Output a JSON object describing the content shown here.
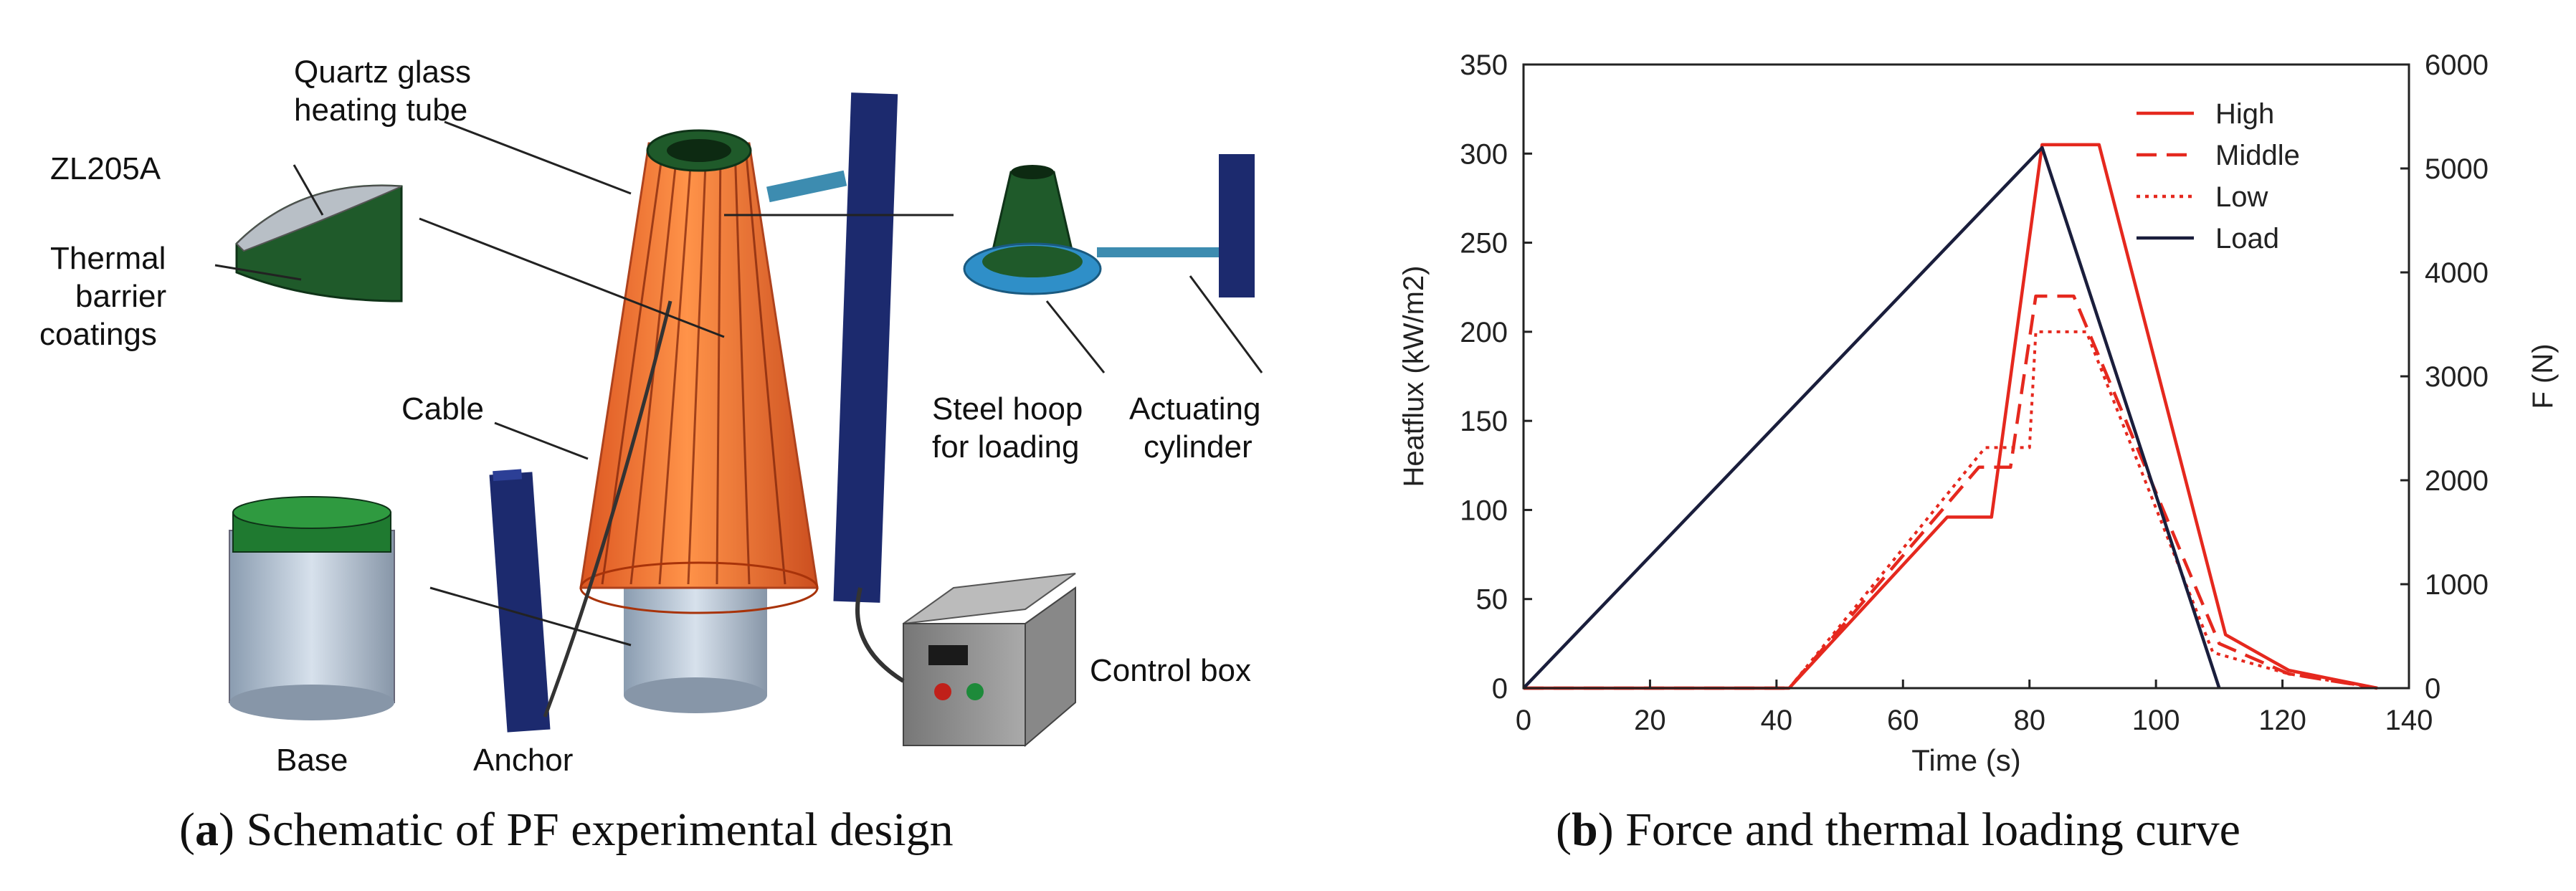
{
  "panel_a": {
    "labels": {
      "quartz": [
        "Quartz glass",
        "heating tube"
      ],
      "zl205a": "ZL205A",
      "tbc": [
        "Thermal",
        "barrier",
        "coatings"
      ],
      "cable": "Cable",
      "steel_hoop": [
        "Steel hoop",
        "for loading"
      ],
      "actuating": [
        "Actuating",
        "cylinder"
      ],
      "control_box": "Control box",
      "base": "Base",
      "anchor": "Anchor"
    },
    "caption": {
      "letter": "a",
      "text": "Schematic of PF experimental design"
    }
  },
  "panel_b": {
    "caption": {
      "letter": "b",
      "text": "Force and thermal loading curve"
    }
  },
  "colors": {
    "heat_red": "#e5281e",
    "load_navy": "#1a1e3c",
    "tube_orange": "#f26a1b",
    "coating_green": "#1f5a2a",
    "pillar_blue": "#1c2a6e"
  },
  "chart_data": {
    "type": "line",
    "xlabel": "Time (s)",
    "ylabel": "Heatflux (kW/m2)",
    "y2label": "F (N)",
    "xlim": [
      0,
      140
    ],
    "ylim": [
      0,
      350
    ],
    "y2lim": [
      0,
      6000
    ],
    "xticks": [
      "0",
      "20",
      "40",
      "60",
      "80",
      "100",
      "120",
      "140"
    ],
    "yticks": [
      "0",
      "50",
      "100",
      "150",
      "200",
      "250",
      "300",
      "350"
    ],
    "y2ticks": [
      "0",
      "1000",
      "2000",
      "3000",
      "4000",
      "5000",
      "6000"
    ],
    "legend_position": "top-right",
    "series": [
      {
        "name": "High",
        "axis": "left",
        "style": "solid",
        "color": "#e5281e",
        "x": [
          0,
          42,
          67,
          74,
          82,
          91,
          111,
          121,
          135
        ],
        "y": [
          0,
          0,
          96,
          96,
          305,
          305,
          30,
          10,
          0
        ]
      },
      {
        "name": "Middle",
        "axis": "left",
        "style": "dashed",
        "color": "#e5281e",
        "x": [
          0,
          42,
          72,
          77,
          81,
          87,
          110,
          121,
          135
        ],
        "y": [
          0,
          0,
          124,
          124,
          220,
          220,
          25,
          8,
          0
        ]
      },
      {
        "name": "Low",
        "axis": "left",
        "style": "dotted",
        "color": "#e5281e",
        "x": [
          0,
          42,
          73,
          80,
          81,
          89,
          109,
          121,
          135
        ],
        "y": [
          0,
          0,
          135,
          135,
          200,
          200,
          20,
          8,
          0
        ]
      },
      {
        "name": "Load",
        "axis": "right",
        "style": "solid",
        "color": "#1a1e3c",
        "x": [
          0,
          82,
          110
        ],
        "y": [
          0,
          5200,
          0
        ]
      }
    ]
  }
}
